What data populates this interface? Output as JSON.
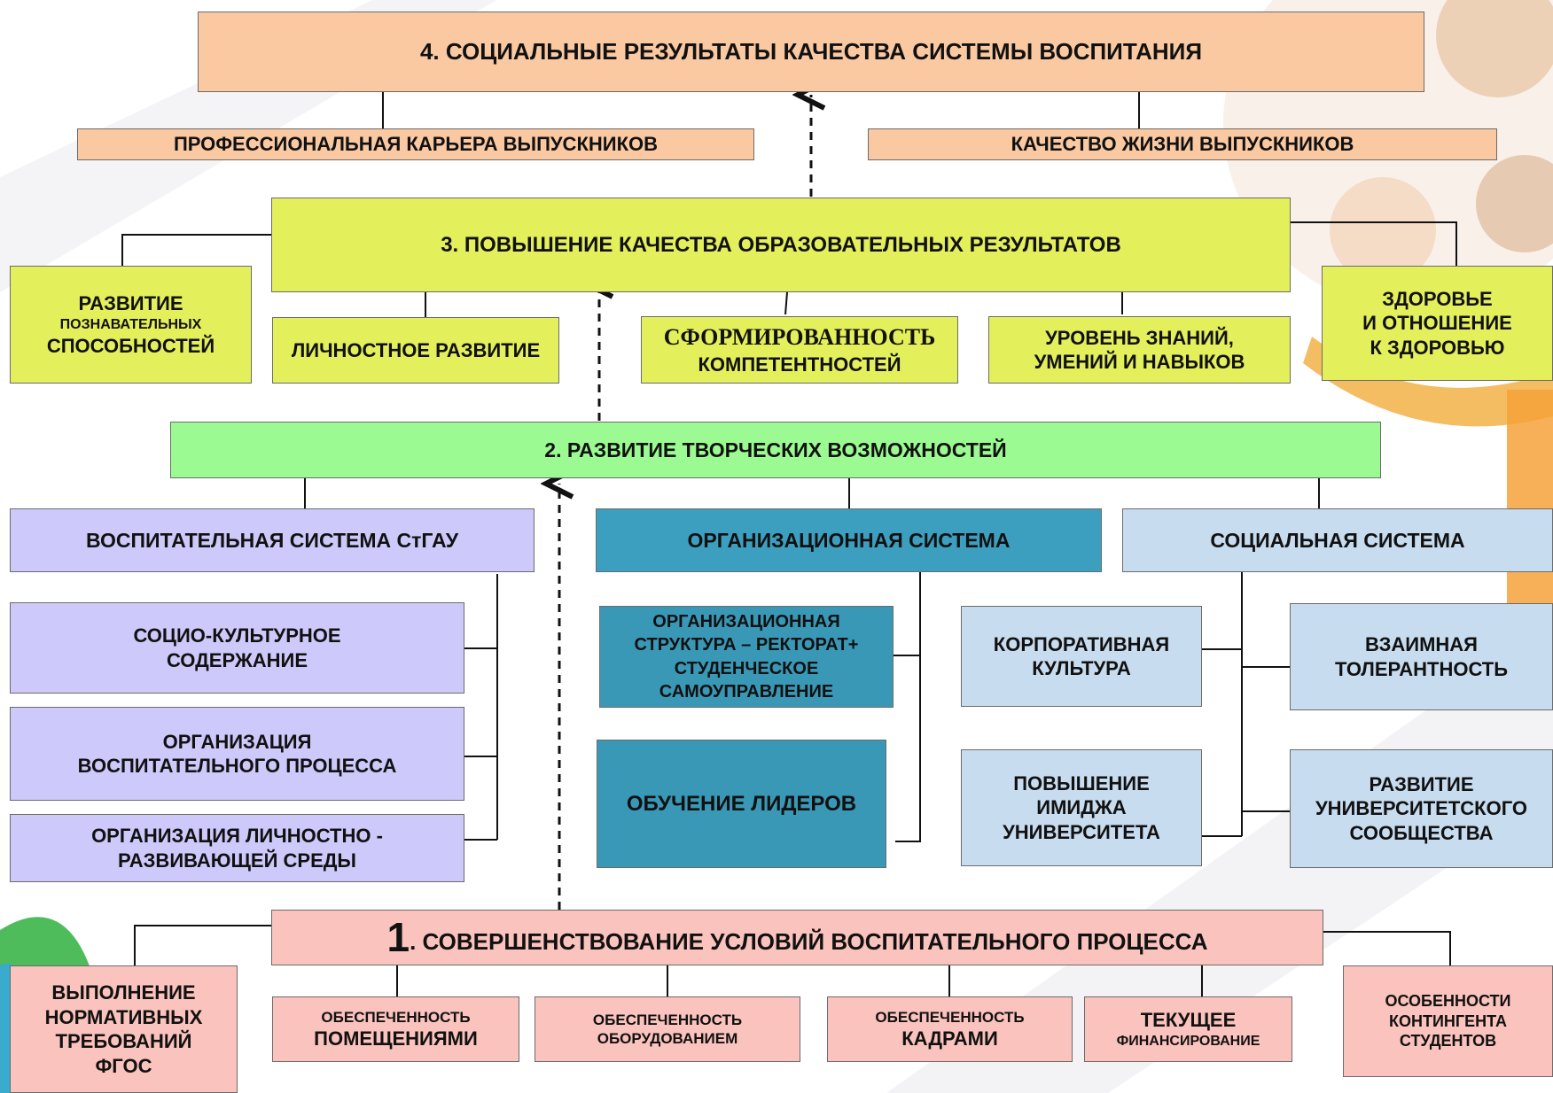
{
  "level4": {
    "title": "4.  СОЦИАЛЬНЫЕ  РЕЗУЛЬТАТЫ  КАЧЕСТВА СИСТЕМЫ ВОСПИТАНИЯ",
    "career": "ПРОФЕССИОНАЛЬНАЯ КАРЬЕРА  ВЫПУСКНИКОВ",
    "life": "КАЧЕСТВО  ЖИЗНИ  ВЫПУСКНИКОВ"
  },
  "level3": {
    "title": "3. ПОВЫШЕНИЕ  КАЧЕСТВА  ОБРАЗОВАТЕЛЬНЫХ  РЕЗУЛЬТАТОВ",
    "cognitive": {
      "l1": "РАЗВИТИЕ",
      "l2": "ПОЗНАВАТЕЛЬНЫХ",
      "l3": "СПОСОБНОСТЕЙ"
    },
    "personal": "ЛИЧНОСТНОЕ РАЗВИТИЕ",
    "competence": {
      "l1": "СФОРМИРОВАННОСТЬ",
      "l2": "КОМПЕТЕНТНОСТЕЙ"
    },
    "knowledge": {
      "l1": "УРОВЕНЬ ЗНАНИЙ,",
      "l2": "УМЕНИЙ И НАВЫКОВ"
    },
    "health": {
      "l1": "ЗДОРОВЬЕ",
      "l2": "И ОТНОШЕНИЕ",
      "l3": "К ЗДОРОВЬЮ"
    }
  },
  "level2": {
    "title": "2. РАЗВИТИЕ ТВОРЧЕСКИХ ВОЗМОЖНОСТЕЙ",
    "edu_system": {
      "title": "ВОСПИТАТЕЛЬНАЯ  СИСТЕМА СтГАУ",
      "sociocultural": {
        "l1": "СОЦИО-КУЛЬТУРНОЕ",
        "l2": "СОДЕРЖАНИЕ"
      },
      "process": {
        "l1": "ОРГАНИЗАЦИЯ",
        "l2": "ВОСПИТАТЕЛЬНОГО  ПРОЦЕССА"
      },
      "environment": {
        "l1": "ОРГАНИЗАЦИЯ ЛИЧНОСТНО -",
        "l2": "РАЗВИВАЮЩЕЙ  СРЕДЫ"
      }
    },
    "org_system": {
      "title": "ОРГАНИЗАЦИОННАЯ СИСТЕМА",
      "structure": {
        "l1": "ОРГАНИЗАЦИОННАЯ",
        "l2": "СТРУКТУРА – РЕКТОРАТ+",
        "l3": "СТУДЕНЧЕСКОЕ",
        "l4": "САМОУПРАВЛЕНИЕ"
      },
      "leaders": "ОБУЧЕНИЕ  ЛИДЕРОВ"
    },
    "social_system": {
      "title": "СОЦИАЛЬНАЯ СИСТЕМА",
      "corporate": {
        "l1": "КОРПОРАТИВНАЯ",
        "l2": "КУЛЬТУРА"
      },
      "tolerance": {
        "l1": "ВЗАИМНАЯ",
        "l2": "ТОЛЕРАНТНОСТЬ"
      },
      "image": {
        "l1": "ПОВЫШЕНИЕ",
        "l2": "ИМИДЖА",
        "l3": "УНИВЕРСИТЕТА"
      },
      "community": {
        "l1": "РАЗВИТИЕ",
        "l2": "УНИВЕРСИТЕТСКОГО",
        "l3": "СООБЩЕСТВА"
      }
    }
  },
  "level1": {
    "number": "1",
    "title": ". СОВЕРШЕНСТВОВАНИЕ УСЛОВИЙ ВОСПИТАТЕЛЬНОГО ПРОЦЕССА",
    "fgos": {
      "l1": "ВЫПОЛНЕНИЕ",
      "l2": "НОРМАТИВНЫХ",
      "l3": "ТРЕБОВАНИЙ",
      "l4": "ФГОС"
    },
    "premises": {
      "l1": "ОБЕСПЕЧЕННОСТЬ",
      "l2": "ПОМЕЩЕНИЯМИ"
    },
    "equipment": {
      "l1": "ОБЕСПЕЧЕННОСТЬ",
      "l2": "ОБОРУДОВАНИЕМ"
    },
    "staff": {
      "l1": "ОБЕСПЕЧЕННОСТЬ",
      "l2": "КАДРАМИ"
    },
    "finance": {
      "l1": "ТЕКУЩЕЕ",
      "l2": "ФИНАНСИРОВАНИЕ"
    },
    "students": {
      "l1": "ОСОБЕННОСТИ",
      "l2": "КОНТИНГЕНТА",
      "l3": "СТУДЕНТОВ"
    }
  },
  "colors": {
    "peach": "#fac9a2",
    "lime": "#e4ef5c",
    "green": "#9bfb92",
    "lavender": "#cdcafb",
    "teal": "#3d9fbf",
    "light_blue": "#c8dcef",
    "pink": "#fbc3bd"
  }
}
